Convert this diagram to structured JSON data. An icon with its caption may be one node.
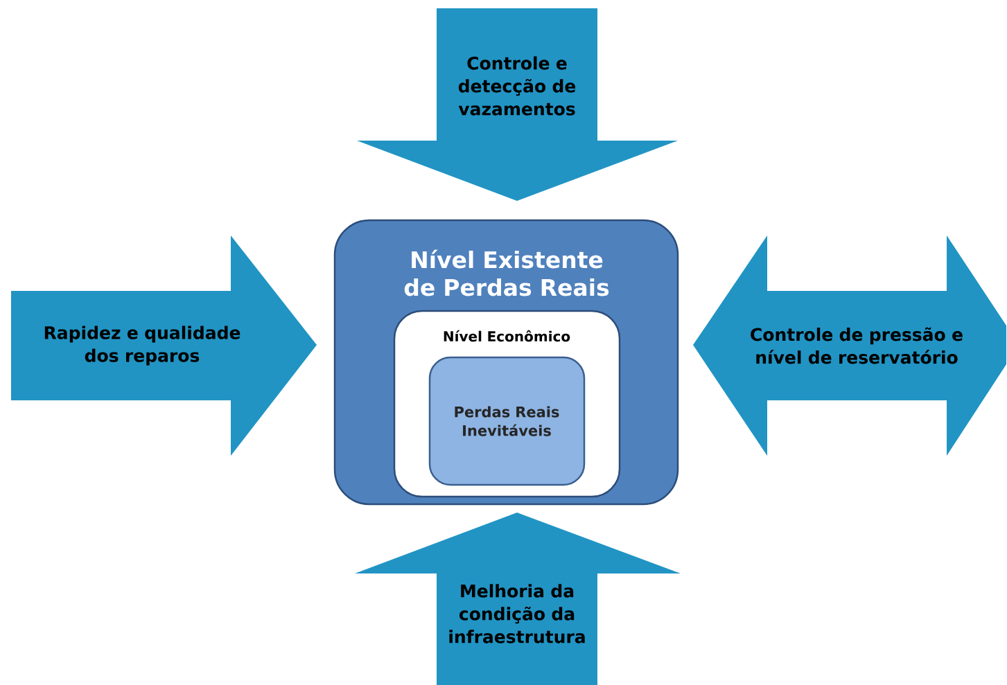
{
  "diagram": {
    "nodes": [
      {
        "text": [
          "Controle e detecção de vazamentos"
        ]
      },
      {
        "text": [
          "Rapidez e qualidade dos reparos"
        ]
      },
      {
        "text": [
          "Nível Existente de Perdas Reais"
        ]
      },
      {
        "text": [
          "Nível Econômico"
        ],
        "in": 2
      },
      {
        "text": [
          "Perdas Reais Inevitáveis"
        ],
        "in": 3
      },
      {
        "text": [
          "Controle de pressão e nível de reservatório"
        ]
      },
      {
        "text": [
          "Melhoria da condição da infraestrutura"
        ]
      }
    ]
  }
}
